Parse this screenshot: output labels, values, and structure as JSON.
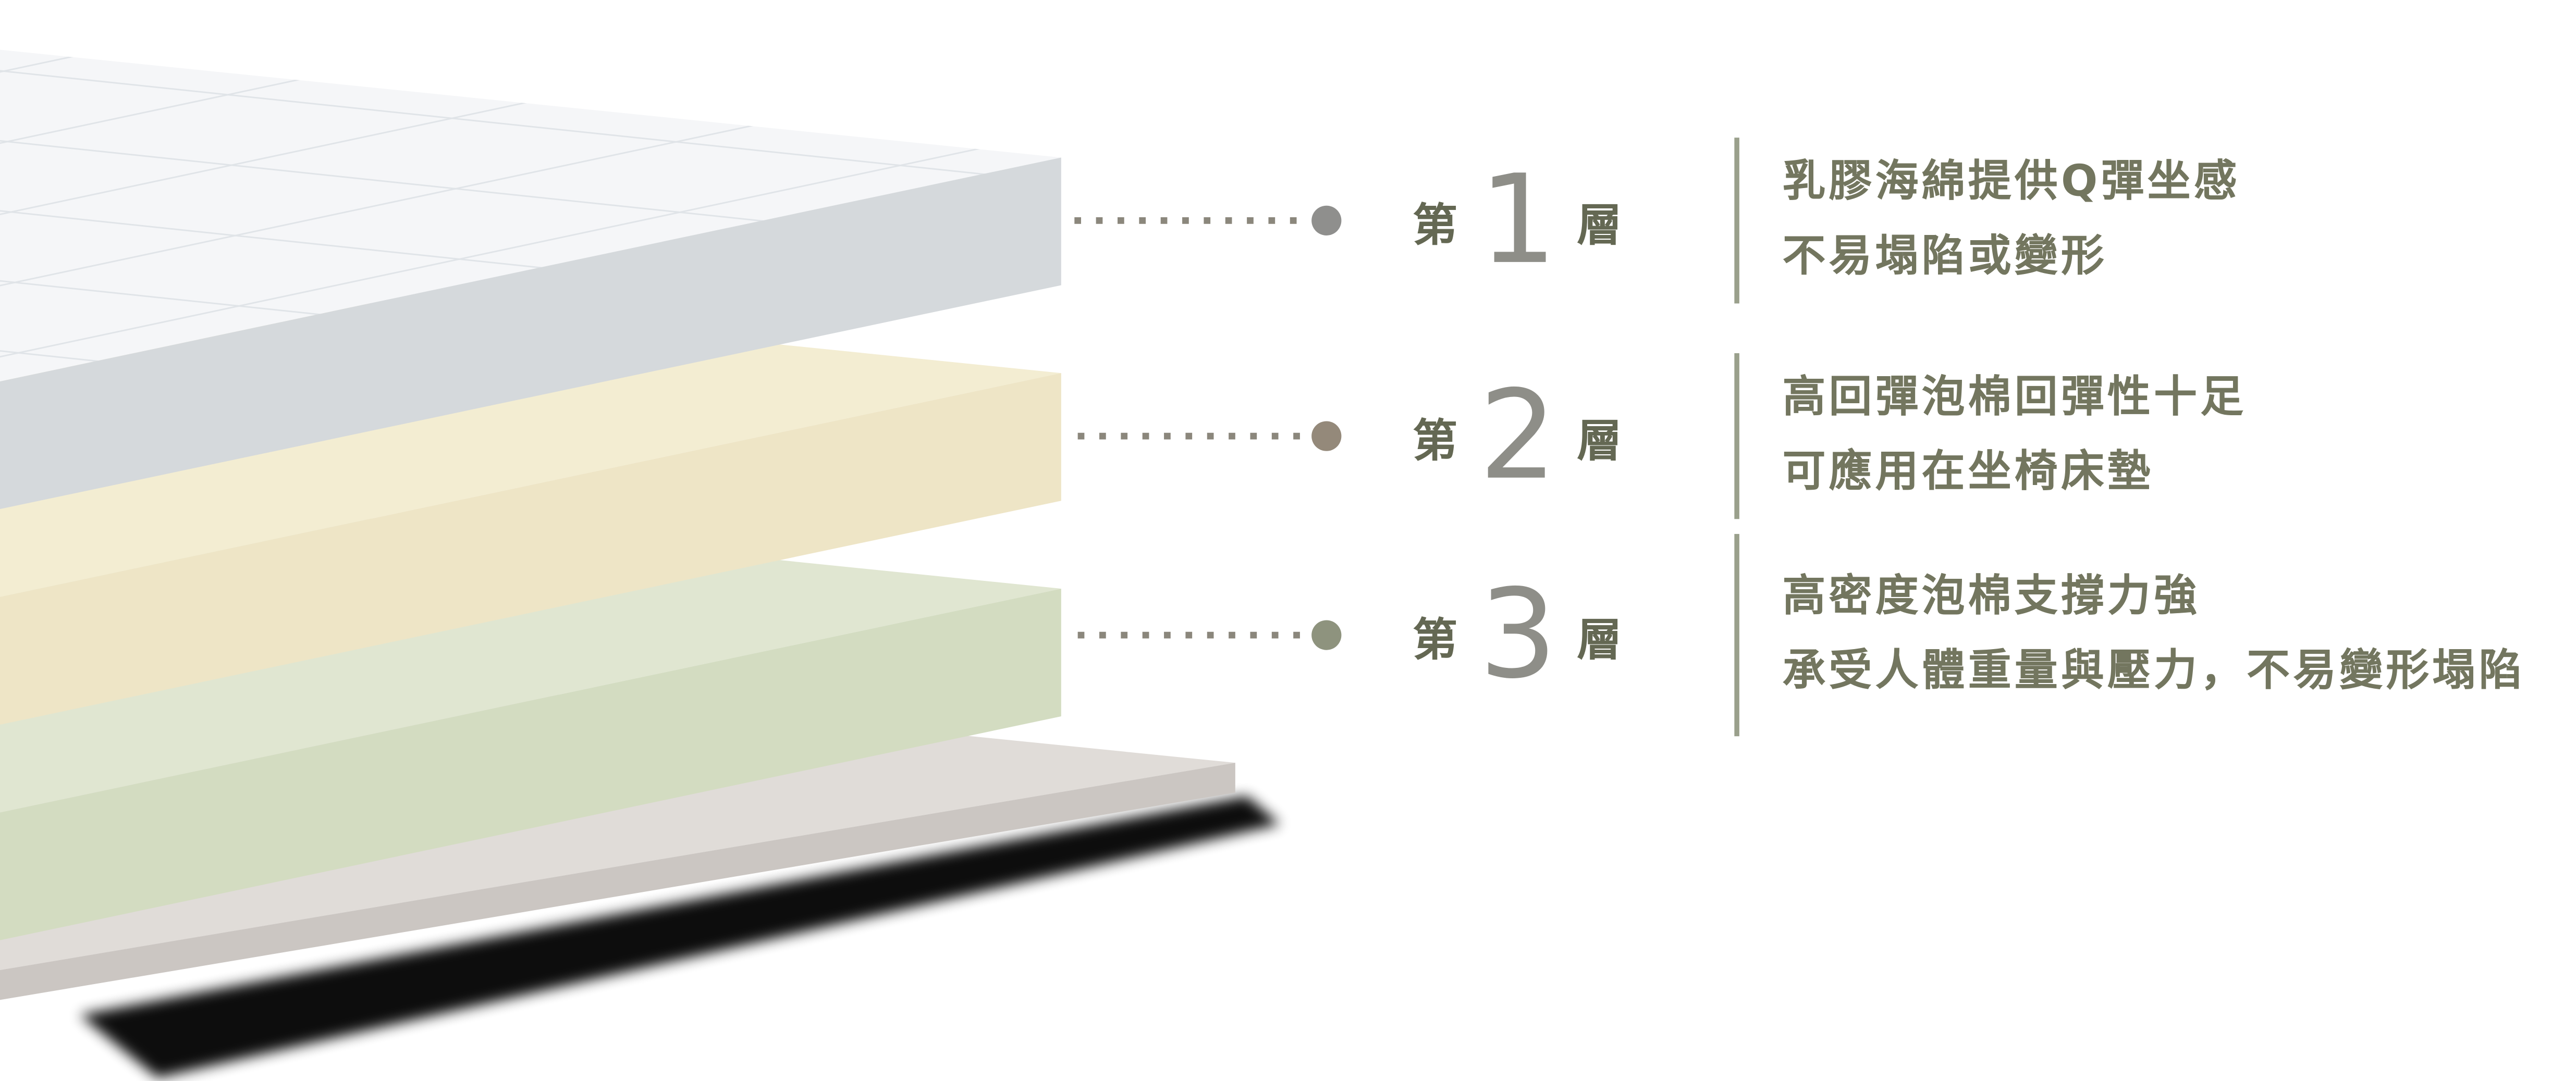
{
  "title": "mattress-layers-diagram",
  "colors": {
    "background": "#ffffff",
    "leader": "#8b877c",
    "divider": "#9aa08c",
    "label_text": "#646853",
    "number_text": "#8e8e88",
    "desc_text": "#73765f",
    "shadow": "#000000",
    "quilt_line": "#e0e4e8"
  },
  "layers": [
    {
      "id": "layer-1",
      "name": "quilted-latex-top",
      "top": "#f5f6f8",
      "front": "#d5d9dc"
    },
    {
      "id": "layer-2",
      "name": "high-rebound-foam",
      "top": "#f3edd2",
      "front": "#eee5c6"
    },
    {
      "id": "layer-3",
      "name": "high-density-foam",
      "top": "#e0e6d1",
      "front": "#d3dcc1"
    },
    {
      "id": "base-board",
      "name": "base-board",
      "top": "#e0dcd8",
      "front": "#cbc6c2"
    }
  ],
  "annotations": [
    {
      "prefix": "第",
      "number": "1",
      "suffix": "層",
      "dot_color": "#8f8f8d",
      "lines": [
        "乳膠海綿提供Q彈坐感",
        "不易塌陷或變形"
      ]
    },
    {
      "prefix": "第",
      "number": "2",
      "suffix": "層",
      "dot_color": "#94897a",
      "lines": [
        "高回彈泡棉回彈性十足",
        "可應用在坐椅床墊"
      ]
    },
    {
      "prefix": "第",
      "number": "3",
      "suffix": "層",
      "dot_color": "#8e937e",
      "lines": [
        "高密度泡棉支撐力強",
        "承受人體重量與壓力，不易變形塌陷"
      ]
    }
  ]
}
